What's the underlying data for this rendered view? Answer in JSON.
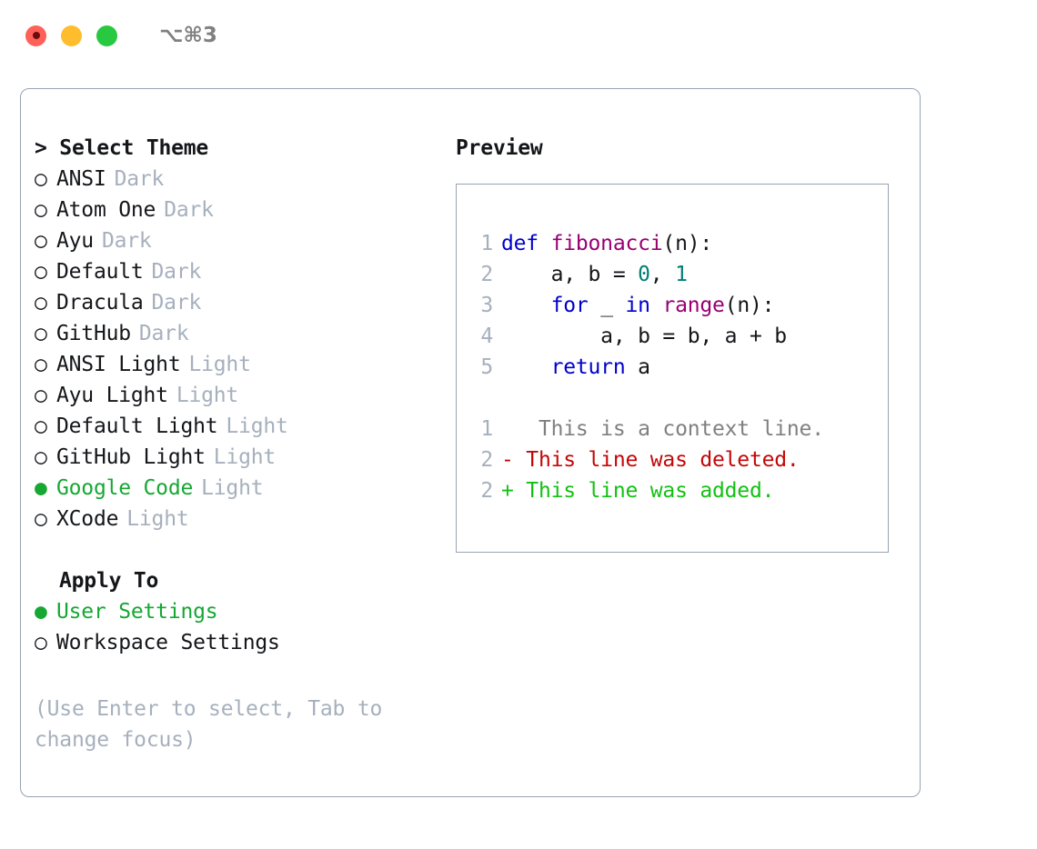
{
  "titlebar": {
    "shortcut": "⌥⌘3",
    "buttons": [
      {
        "name": "close",
        "recording": true
      },
      {
        "name": "minimize",
        "recording": false
      },
      {
        "name": "maximize",
        "recording": false
      }
    ]
  },
  "theme_picker": {
    "title": "> Select Theme",
    "options": [
      {
        "bullet": "○",
        "name": "ANSI",
        "tag": "Dark",
        "selected": false
      },
      {
        "bullet": "○",
        "name": "Atom One",
        "tag": "Dark",
        "selected": false
      },
      {
        "bullet": "○",
        "name": "Ayu",
        "tag": "Dark",
        "selected": false
      },
      {
        "bullet": "○",
        "name": "Default",
        "tag": "Dark",
        "selected": false
      },
      {
        "bullet": "○",
        "name": "Dracula",
        "tag": "Dark",
        "selected": false
      },
      {
        "bullet": "○",
        "name": "GitHub",
        "tag": "Dark",
        "selected": false
      },
      {
        "bullet": "○",
        "name": "ANSI Light",
        "tag": "Light",
        "selected": false
      },
      {
        "bullet": "○",
        "name": "Ayu Light",
        "tag": "Light",
        "selected": false
      },
      {
        "bullet": "○",
        "name": "Default Light",
        "tag": "Light",
        "selected": false
      },
      {
        "bullet": "○",
        "name": "GitHub Light",
        "tag": "Light",
        "selected": false
      },
      {
        "bullet": "●",
        "name": "Google Code",
        "tag": "Light",
        "selected": true
      },
      {
        "bullet": "○",
        "name": "XCode",
        "tag": "Light",
        "selected": false
      }
    ]
  },
  "apply_to": {
    "title": "Apply To",
    "options": [
      {
        "bullet": "●",
        "name": "User Settings",
        "selected": true
      },
      {
        "bullet": "○",
        "name": "Workspace Settings",
        "selected": false
      }
    ]
  },
  "hint": "(Use Enter to select, Tab to change focus)",
  "preview": {
    "title": "Preview",
    "code_lines": [
      {
        "number": "1",
        "tokens": [
          {
            "text": "def ",
            "cls": "tok-kw"
          },
          {
            "text": "fibonacci",
            "cls": "tok-fn"
          },
          {
            "text": "(n):",
            "cls": "tok-punct"
          }
        ]
      },
      {
        "number": "2",
        "tokens": [
          {
            "text": "    a, b = ",
            "cls": "tok-plain"
          },
          {
            "text": "0",
            "cls": "tok-num"
          },
          {
            "text": ", ",
            "cls": "tok-plain"
          },
          {
            "text": "1",
            "cls": "tok-num"
          }
        ]
      },
      {
        "number": "3",
        "tokens": [
          {
            "text": "    ",
            "cls": "tok-plain"
          },
          {
            "text": "for",
            "cls": "tok-kw"
          },
          {
            "text": " _ ",
            "cls": "tok-plain"
          },
          {
            "text": "in",
            "cls": "tok-kw"
          },
          {
            "text": " ",
            "cls": "tok-plain"
          },
          {
            "text": "range",
            "cls": "tok-fn"
          },
          {
            "text": "(n):",
            "cls": "tok-punct"
          }
        ]
      },
      {
        "number": "4",
        "tokens": [
          {
            "text": "        a, b = b, a + b",
            "cls": "tok-plain"
          }
        ]
      },
      {
        "number": "5",
        "tokens": [
          {
            "text": "    ",
            "cls": "tok-plain"
          },
          {
            "text": "return",
            "cls": "tok-kw"
          },
          {
            "text": " a",
            "cls": "tok-plain"
          }
        ]
      }
    ],
    "diff_lines": [
      {
        "number": "1",
        "marker": " ",
        "text": "  This is a context line.",
        "kind": "context"
      },
      {
        "number": "2",
        "marker": "-",
        "text": " This line was deleted.",
        "kind": "deleted"
      },
      {
        "number": "2",
        "marker": "+",
        "text": " This line was added.",
        "kind": "added"
      }
    ]
  },
  "colors": {
    "accent_green": "#16a832",
    "muted": "#a6b0bd",
    "border": "#98a3b3",
    "keyword": "#0000cc",
    "function": "#990073",
    "number": "#017d78",
    "diff_context": "#808080",
    "diff_deleted": "#c40707",
    "diff_added": "#13c013"
  }
}
